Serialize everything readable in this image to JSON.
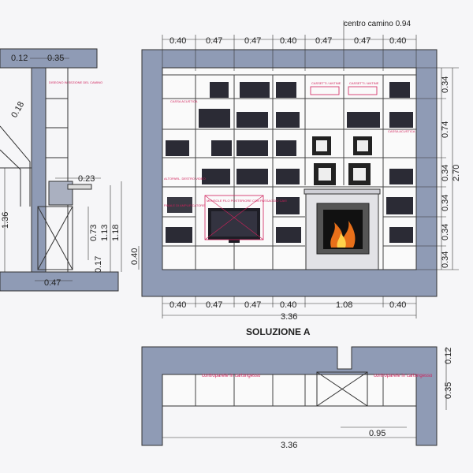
{
  "colors": {
    "wall": "#8f9bb5",
    "wall_dark": "#7d89a6",
    "line": "#333333",
    "annotation": "#d0205a",
    "fire": "#e8701a"
  },
  "top_dims": [
    "0.40",
    "0.47",
    "0.47",
    "0.40",
    "0.47",
    "0.47",
    "0.40"
  ],
  "centro_camino": "centro camino 0.94",
  "bottom_dims": [
    "0.40",
    "0.47",
    "0.47",
    "0.40",
    "1.08",
    "0.40"
  ],
  "total_width": "3.36",
  "right_dims": [
    "0.34",
    "0.74",
    "0.34",
    "0.34",
    "0.34",
    "0.34"
  ],
  "total_height": "2.70",
  "left_dim_040": "0.40",
  "title": "SOLUZIONE A",
  "section": {
    "top_a": "0.12",
    "top_b": "0.35",
    "d_018": "0.18",
    "d_023": "0.23",
    "d_136": "1.36",
    "d_073": "0.73",
    "d_113": "1.13",
    "d_118": "1.18",
    "d_017": "0.17",
    "d_047": "0.47"
  },
  "labels": {
    "cassa_acustica_l": "CASSA ACUSTICA",
    "cassa_acustica_r": "CASSA ACUSTICA",
    "speaker_left": "ALTOPARL. DESTRO VIDEO",
    "amp_left": "FINALE DI AMPLIFICATORE",
    "tv_note": "MENSOLE FILO POSTERIORE CON PASSAGGIO CAVI",
    "vetrina_1": "CASSETTI / ANTINE",
    "vetrina_2": "CASSETTI / ANTINE",
    "section_note": "DISEGNO IN SEZIONE DEL CAMINO",
    "plan_left": "controparete in cartongesso",
    "plan_right": "controparete in cartongesso"
  },
  "plan": {
    "total": "3.36",
    "d_095": "0.95",
    "d_012": "0.12",
    "d_035": "0.35"
  }
}
